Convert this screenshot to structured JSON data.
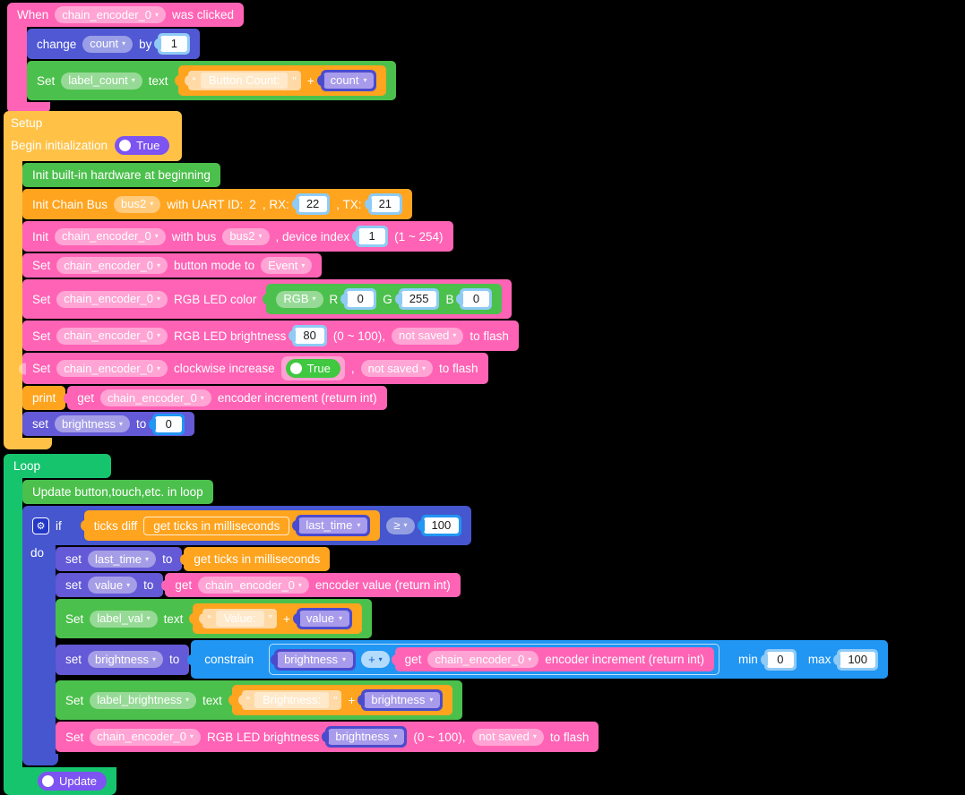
{
  "tokens": {
    "set_cap": "Set",
    "set": "set",
    "to": "to",
    "text": "text",
    "get": "get",
    "plus": "+",
    "device": "chain_encoder_0",
    "bus": "bus2",
    "not_saved": "not saved",
    "to_flash": "to flash",
    "range_0_100": "(0 ~ 100),",
    "true": "True",
    "arrow": "▾",
    "quote_open": "“",
    "quote_close": "”",
    "get_ticks": "get ticks in milliseconds",
    "encoder_increment": "encoder increment (return int)"
  },
  "when_block": {
    "when": "When",
    "was_clicked": "was clicked",
    "change": "change",
    "count": "count",
    "by": "by",
    "amount": "1",
    "label_var": "label_count",
    "string": "Button Count:",
    "var": "count"
  },
  "setup_block": {
    "title": "Setup",
    "begin_init": "Begin initialization",
    "toggle": "True",
    "init_hw": "Init built-in hardware at beginning",
    "chain_bus": {
      "label": "Init Chain Bus",
      "uart_label": "with UART ID:",
      "uart_id": "2",
      "rx_label": ", RX:",
      "rx": "22",
      "tx_label": ", TX:",
      "tx": "21"
    },
    "init_encoder": {
      "label": "Init",
      "with_bus": "with bus",
      "device_index": ", device index",
      "index": "1",
      "range": "(1 ~ 254)"
    },
    "button_mode": {
      "label": "button mode to",
      "mode": "Event"
    },
    "rgb_color": {
      "label": "RGB LED color",
      "rgb": "RGB",
      "r": "R",
      "r_val": "0",
      "g": "G",
      "g_val": "255",
      "b": "B",
      "b_val": "0"
    },
    "rgb_brightness": {
      "label": "RGB LED brightness",
      "value": "80"
    },
    "clockwise": {
      "label": "clockwise increase",
      "comma": ","
    },
    "print_row": {
      "label": "print"
    },
    "set_brightness": {
      "var": "brightness",
      "value": "0"
    }
  },
  "loop_block": {
    "title": "Loop",
    "update_hw": "Update button,touch,etc. in loop",
    "if_cond": {
      "label": "if",
      "ticks_diff": "ticks diff",
      "var": "last_time",
      "op": "≥",
      "value": "100"
    },
    "do_label": "do",
    "set_last_time": {
      "var": "last_time"
    },
    "set_value": {
      "var": "value",
      "expr": "encoder value (return int)"
    },
    "set_label_val": {
      "label_var": "label_val",
      "string": "Value:",
      "var": "value"
    },
    "set_brightness": {
      "var": "brightness",
      "constrain": "constrain",
      "operand": "brightness",
      "op": "+",
      "min_label": "min",
      "min": "0",
      "max_label": "max",
      "max": "100"
    },
    "set_label_brightness": {
      "label_var": "label_brightness",
      "string": "Brightness:",
      "var": "brightness"
    },
    "set_rgb_brightness": {
      "label": "RGB LED brightness",
      "var": "brightness"
    },
    "update_toggle": "Update"
  },
  "colors": {
    "workspace_bg": "#000000",
    "pink": "#FF63B5",
    "orange": "#FFA41E",
    "setup_yellow": "#FFC247",
    "green": "#4CC04C",
    "loop_green": "#17C46E",
    "if_blue": "#4556CE",
    "bright_blue": "#2196F3",
    "light_blue": "#8FCBF5",
    "purple": "#6459D6",
    "indigo": "#5058D4",
    "variable_fill": "#A89BEB",
    "variable_border": "#4B4BCE",
    "toggle_purple": "#7D53F2",
    "toggle_green": "#3FC840"
  }
}
